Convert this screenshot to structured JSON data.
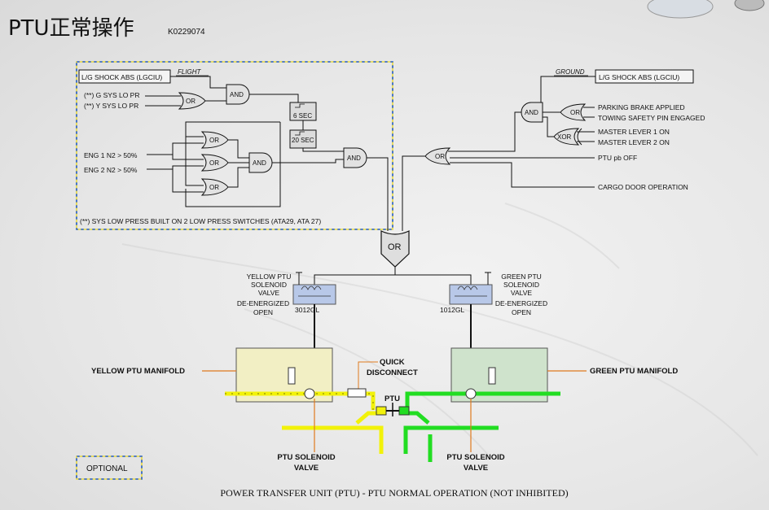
{
  "title": "PTU正常操作",
  "doc_code": "K0229074",
  "caption": "POWER TRANSFER UNIT (PTU) - PTU NORMAL OPERATION (NOT INHIBITED)",
  "optional_label": "OPTIONAL",
  "left_logic": {
    "lgciu": "L/G SHOCK ABS (LGCIU)",
    "flight": "FLIGHT",
    "g_sys": "(**) G SYS LO PR",
    "y_sys": "(**) Y SYS LO PR",
    "eng1": "ENG 1 N2 > 50%",
    "eng2": "ENG 2 N2 > 50%",
    "timer6": "6 SEC",
    "timer20": "20 SEC",
    "footnote": "(**) SYS LOW PRESS BUILT ON 2 LOW PRESS SWITCHES (ATA29, ATA 27)"
  },
  "right_logic": {
    "ground": "GROUND",
    "lgciu": "L/G SHOCK ABS (LGCIU)",
    "parking": "PARKING BRAKE APPLIED",
    "towing": "TOWING SAFETY PIN ENGAGED",
    "ml1": "MASTER LEVER 1 ON",
    "ml2": "MASTER LEVER 2 ON",
    "ptu_pb": "PTU pb OFF",
    "cargo": "CARGO DOOR OPERATION"
  },
  "gates": {
    "and": "AND",
    "or": "OR",
    "xor": "XOR"
  },
  "yellow_valve": {
    "l1": "YELLOW PTU",
    "l2": "SOLENOID",
    "l3": "VALVE",
    "l4": "DE-ENERGIZED",
    "l5": "OPEN",
    "id": "3012GL"
  },
  "green_valve": {
    "l1": "GREEN PTU",
    "l2": "SOLENOID",
    "l3": "VALVE",
    "l4": "DE-ENERGIZED",
    "l5": "OPEN",
    "id": "1012GL"
  },
  "yellow_manifold": "YELLOW PTU MANIFOLD",
  "green_manifold": "GREEN PTU MANIFOLD",
  "quick_disconnect": {
    "l1": "QUICK",
    "l2": "DISCONNECT"
  },
  "ptu": "PTU",
  "ptu_solenoid_left": {
    "l1": "PTU SOLENOID",
    "l2": "VALVE"
  },
  "ptu_solenoid_right": {
    "l1": "PTU SOLENOID",
    "l2": "VALVE"
  },
  "colors": {
    "yellow": "#f2f20a",
    "green": "#22dd22",
    "orange": "#e07a1e",
    "valve_blue": "#b8c8e8",
    "ymanifold": "#f2efc4",
    "gmanifold": "#cfe3cc"
  }
}
